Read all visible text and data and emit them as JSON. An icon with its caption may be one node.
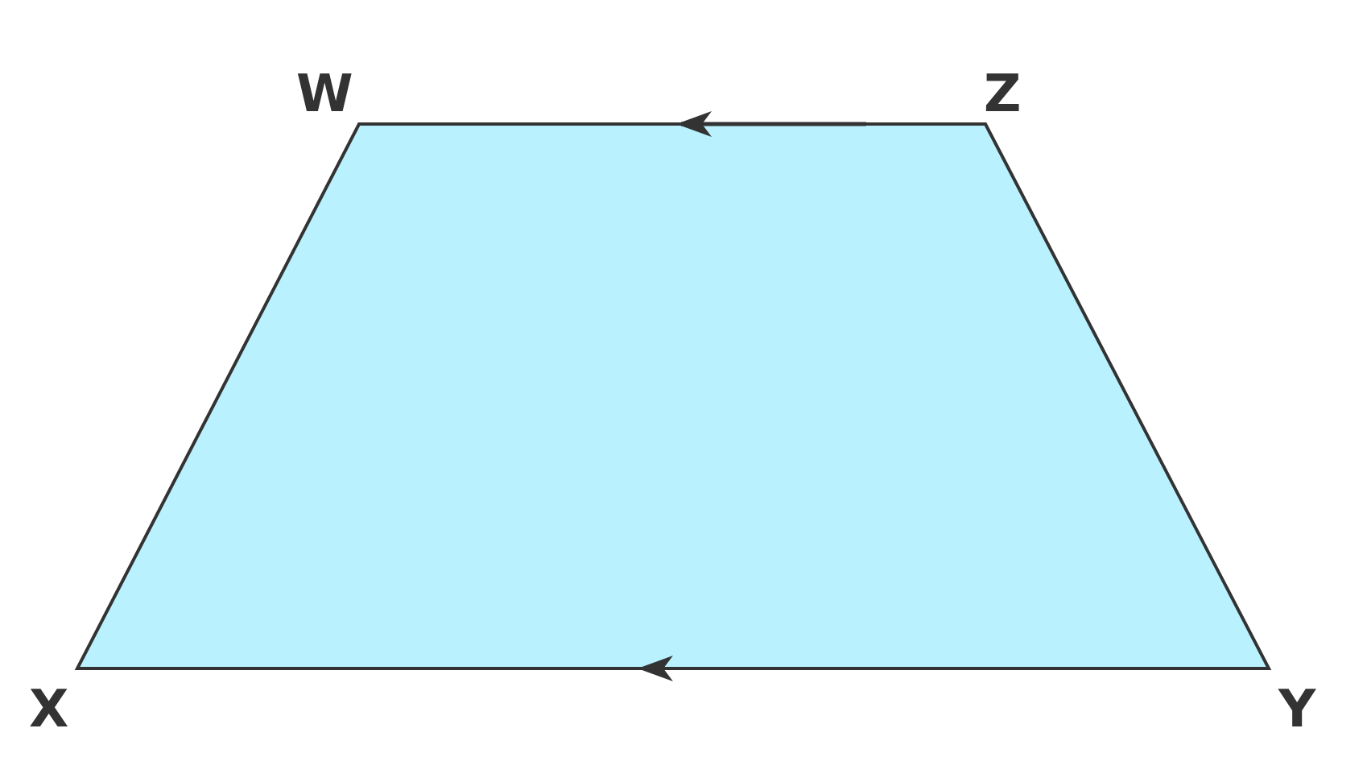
{
  "diagram": {
    "labels": [
      "W",
      "Z",
      "X",
      "Y"
    ]
  }
}
